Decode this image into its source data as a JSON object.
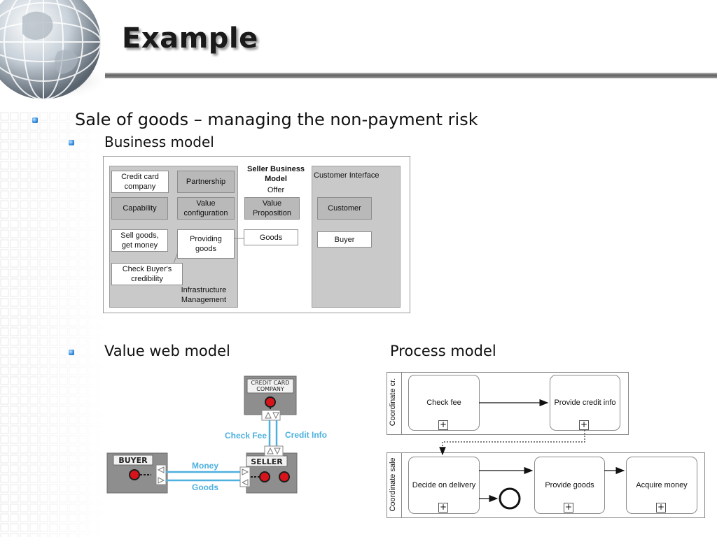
{
  "slide": {
    "title": "Example"
  },
  "bullets": [
    {
      "text": "Sale of goods – managing the non-payment risk"
    },
    {
      "text": "Business model"
    },
    {
      "text": "Value web model"
    },
    {
      "text": "Process model"
    }
  ],
  "business_model": {
    "title_line1": "Seller Business",
    "title_line2": "Model",
    "offer_label": "Offer",
    "infrastructure_label_1": "Infrastructure",
    "infrastructure_label_2": "Management",
    "customer_interface_label": "Customer Interface",
    "credit_card_company_1": "Credit card",
    "credit_card_company_2": "company",
    "partnership": "Partnership",
    "capability": "Capability",
    "value_configuration_1": "Value",
    "value_configuration_2": "configuration",
    "value_proposition_1": "Value",
    "value_proposition_2": "Proposition",
    "customer": "Customer",
    "sell_goods_1": "Sell goods,",
    "sell_goods_2": "get money",
    "providing_goods_1": "Providing",
    "providing_goods_2": "goods",
    "goods": "Goods",
    "buyer": "Buyer",
    "check_buyer_1": "Check Buyer's",
    "check_buyer_2": "credibility"
  },
  "value_web": {
    "credit_card_company_1": "CREDIT CARD",
    "credit_card_company_2": "COMPANY",
    "buyer": "BUYER",
    "seller": "SELLER",
    "check_fee": "Check Fee",
    "credit_info": "Credit Info",
    "money": "Money",
    "goods": "Goods",
    "colors": {
      "flow": "#4db0df",
      "actor_bg": "#8e8e8e",
      "dot": "#d8141a"
    }
  },
  "process_model": {
    "lane_top": "Coordinate cr.",
    "lane_bottom": "Coordinate sale",
    "check_fee": "Check fee",
    "provide_credit_info": "Provide credit info",
    "decide_on_delivery": "Decide on delivery",
    "provide_goods": "Provide goods",
    "acquire_money": "Acquire money",
    "plus": "+"
  }
}
